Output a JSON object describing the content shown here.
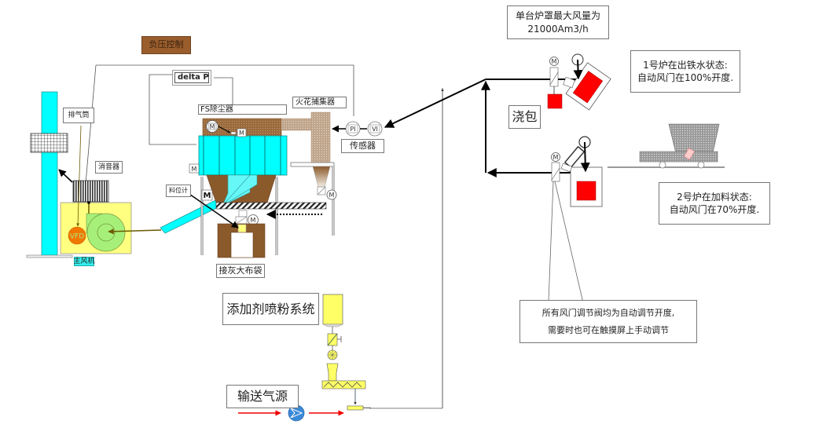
{
  "labels": {
    "negative_pressure_control": "负压控制",
    "delta_p": "delta P",
    "fs_dust_collector": "FS除尘器",
    "spark_catcher": "火花捕集器",
    "sensor": "传感器",
    "exhaust_stack": "排气筒",
    "silencer": "消音器",
    "level_meter": "料位计",
    "main_fan": "主风机",
    "vfd": "VFD",
    "ash_bag": "接灰大布袋",
    "additive_injection_system": "添加剂喷粉系统",
    "conveying_air_source": "输送气源",
    "ladle": "浇包",
    "pi": "PI",
    "vi": "VI",
    "motor": "M"
  },
  "notes": {
    "max_airflow_line1": "单台炉罩最大风量为",
    "max_airflow_line2": "21000Am3/h",
    "furnace1_line1": "1号炉在出铁水状态:",
    "furnace1_line2": "自动风门在100%开度.",
    "furnace2_line1": "2号炉在加料状态:",
    "furnace2_line2": "自动风门在70%开度.",
    "damper_line1": "所有风门调节阀均为自动调节开度,",
    "damper_line2": "需要时也可在触摸屏上手动调节"
  },
  "status": {
    "furnace1_damper_open_percent": 100,
    "furnace2_damper_open_percent": 70
  },
  "colors": {
    "cyan": "#00ffff",
    "brown": "#8b5a2b",
    "red": "#ff0000",
    "yellow": "#ffff80",
    "green": "#a6f07a",
    "orange": "#f07800"
  }
}
